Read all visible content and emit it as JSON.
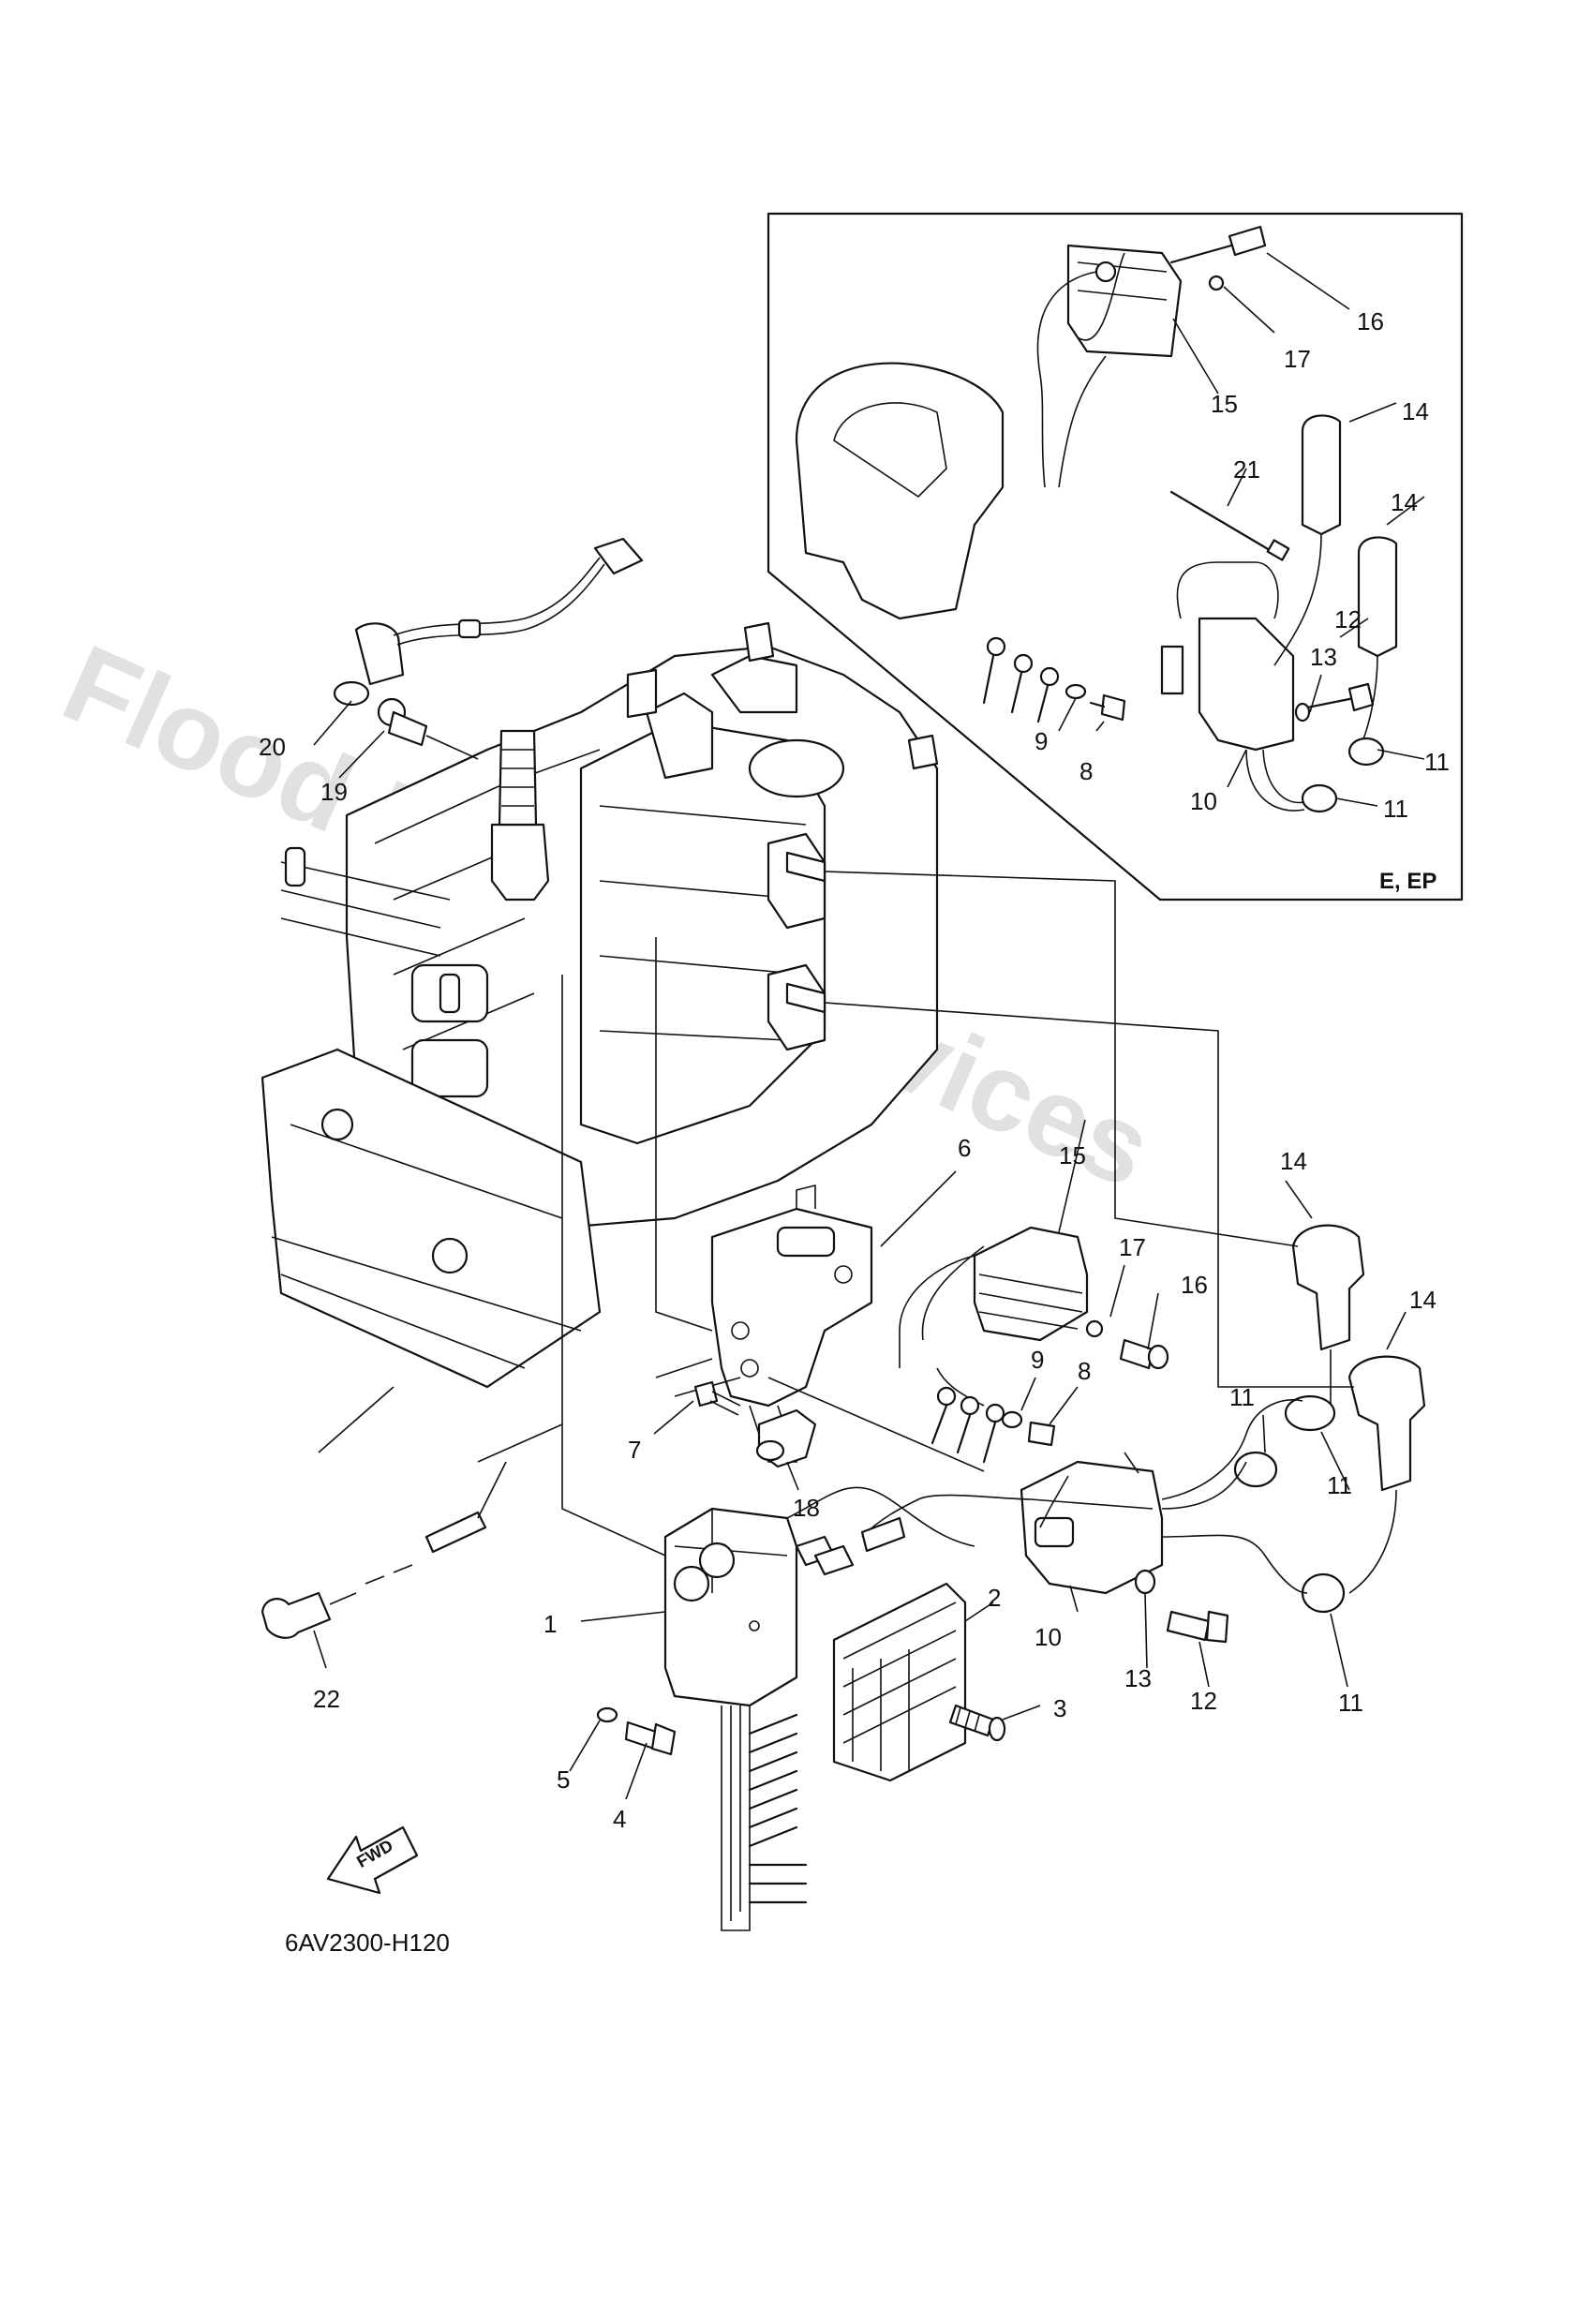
{
  "watermark": "Flood Marine Services",
  "diagram_code": "6AV2300-H120",
  "fwd_label": "FWD",
  "inset": {
    "label": "E, EP"
  },
  "callouts": {
    "c1": "1",
    "c2": "2",
    "c3": "3",
    "c4": "4",
    "c5": "5",
    "c6": "6",
    "c7": "7",
    "c8a": "8",
    "c8b": "8",
    "c9a": "9",
    "c9b": "9",
    "c10a": "10",
    "c10b": "10",
    "c11a": "11",
    "c11b": "11",
    "c11c": "11",
    "c11d": "11",
    "c11e": "11",
    "c12a": "12",
    "c12b": "12",
    "c13a": "13",
    "c13b": "13",
    "c14a": "14",
    "c14b": "14",
    "c14c": "14",
    "c14d": "14",
    "c15a": "15",
    "c15b": "15",
    "c16a": "16",
    "c16b": "16",
    "c17a": "17",
    "c17b": "17",
    "c18": "18",
    "c19": "19",
    "c20": "20",
    "c21": "21",
    "c22": "22"
  }
}
